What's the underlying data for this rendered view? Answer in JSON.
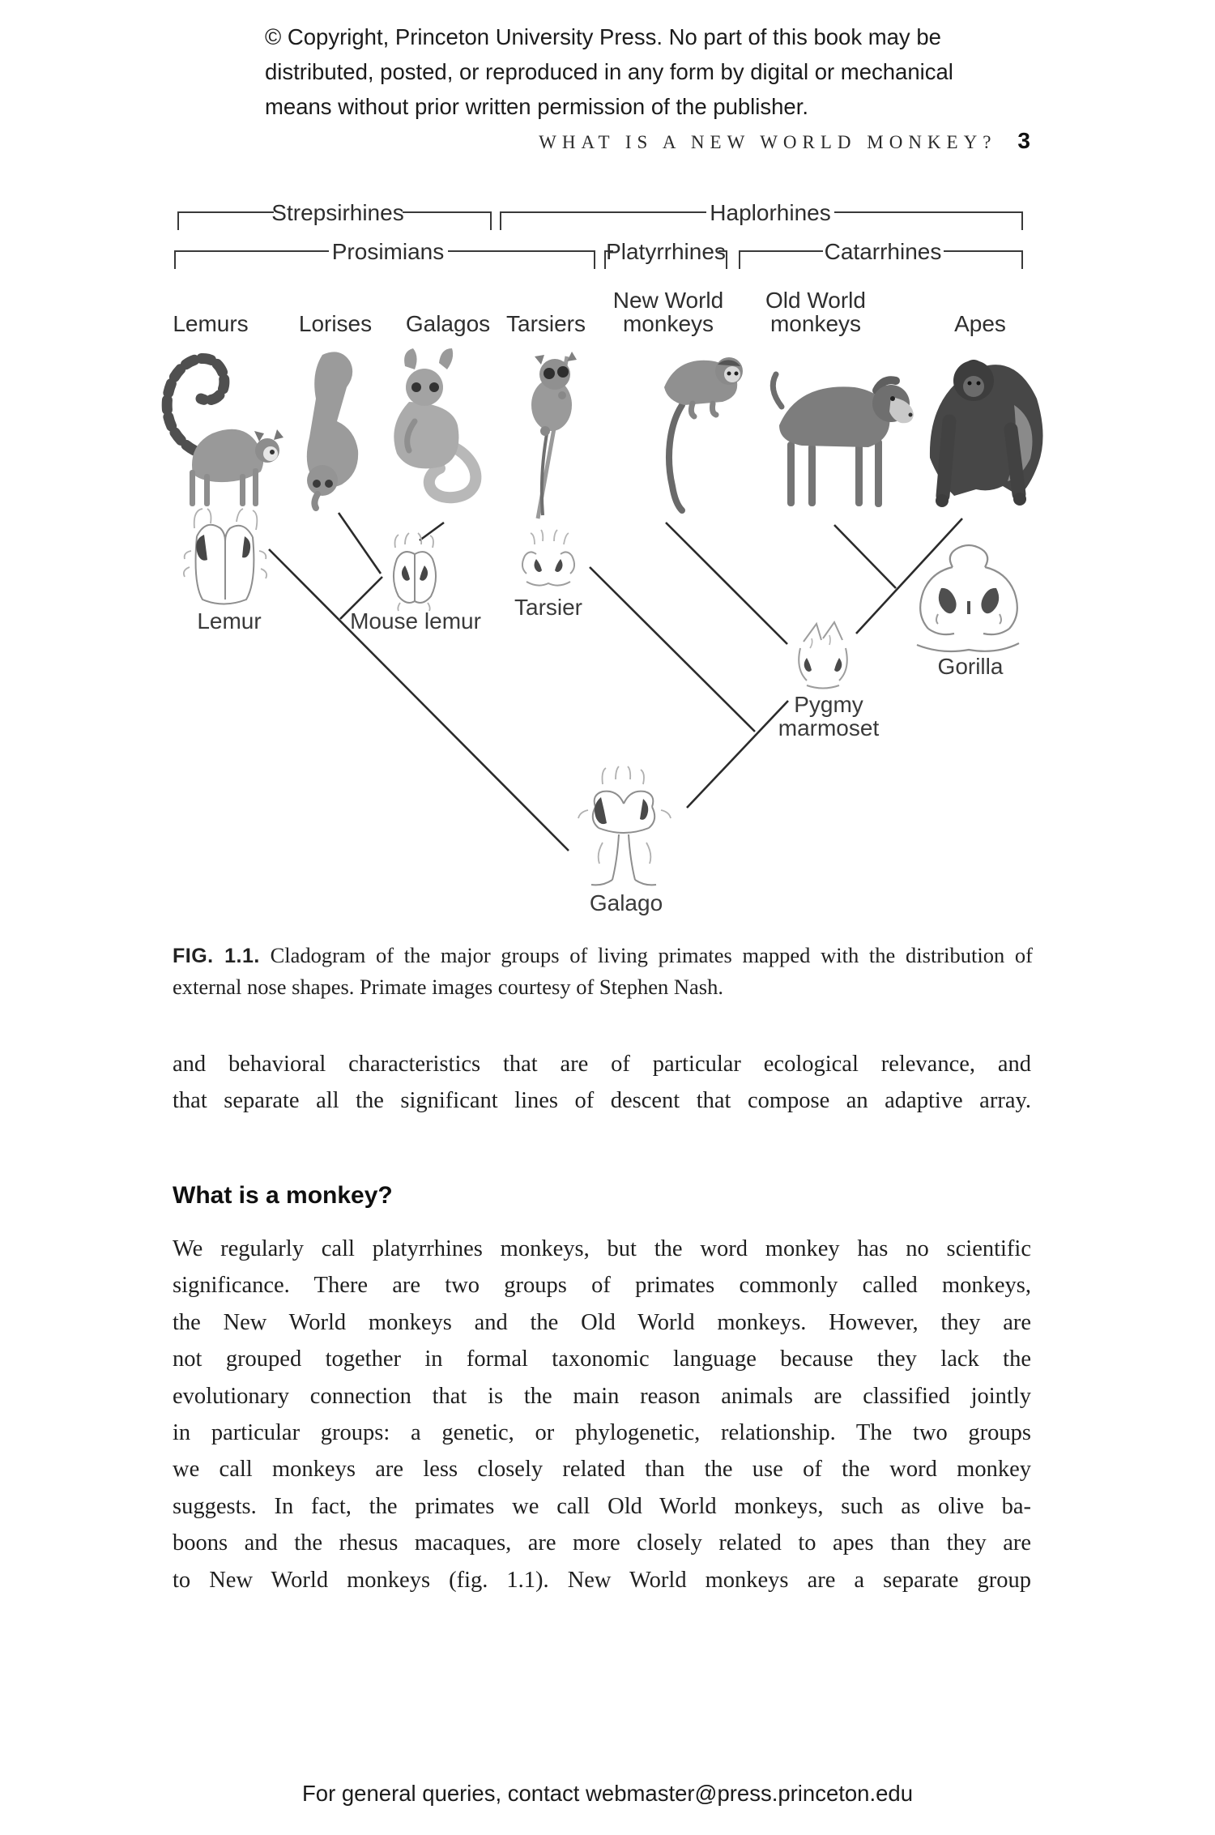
{
  "copyright": {
    "lines": [
      "© Copyright, Princeton University Press. No part of this book may be",
      "distributed, posted, or reproduced in any form by digital or mechanical",
      "means without prior written permission of the publisher."
    ]
  },
  "running_header": {
    "title": "WHAT IS A NEW WORLD MONKEY?",
    "page_number": "3"
  },
  "figure": {
    "brackets_row1": [
      {
        "label": "Strepsirhines"
      },
      {
        "label": "Haplorhines"
      }
    ],
    "brackets_row2": [
      {
        "label": "Prosimians"
      },
      {
        "label": "Platyrrhines"
      },
      {
        "label": "Catarrhines"
      }
    ],
    "taxa": [
      {
        "l1": "Lemurs",
        "l2": ""
      },
      {
        "l1": "Lorises",
        "l2": ""
      },
      {
        "l1": "Galagos",
        "l2": ""
      },
      {
        "l1": "Tarsiers",
        "l2": ""
      },
      {
        "l1": "New World",
        "l2": "monkeys"
      },
      {
        "l1": "Old World",
        "l2": "monkeys"
      },
      {
        "l1": "Apes",
        "l2": ""
      }
    ],
    "illustrations": [
      "ring-tailed-lemur",
      "loris",
      "galago",
      "tarsier",
      "new-world-monkey",
      "old-world-monkey",
      "gorilla"
    ],
    "nose_drawings": [
      "lemur-nose",
      "mouse-lemur-nose",
      "tarsier-nose",
      "pygmy-marmoset-nose",
      "gorilla-nose",
      "galago-nose"
    ],
    "nose_labels": {
      "lemur": "Lemur",
      "mouse_lemur": "Mouse lemur",
      "tarsier": "Tarsier",
      "pygmy_line1": "Pygmy",
      "pygmy_line2": "marmoset",
      "gorilla": "Gorilla",
      "galago": "Galago"
    },
    "caption_label": "FIG. 1.1.",
    "caption_text": "Cladogram of the major groups of living primates mapped with the distribution of external nose shapes. Primate images courtesy of Stephen Nash."
  },
  "body": {
    "paragraph1_lines": [
      "and behavioral characteristics that are of particular ecological relevance, and",
      "that separate all the significant lines of descent that compose an adaptive array."
    ],
    "section_heading": "What is a monkey?",
    "paragraph2_lines": [
      "We regularly call platyrrhines monkeys, but the word monkey has no scientific",
      "significance. There are two groups of primates commonly called monkeys,",
      "the New World monkeys and the Old World monkeys. However, they are",
      "not grouped together in formal taxonomic language because they lack the",
      "evolutionary connection that is the main reason animals are classified jointly",
      "in particular groups: a genetic, or phylogenetic, relationship. The two groups",
      "we call monkeys are less closely related than the use of the word monkey",
      "suggests. In fact, the primates we call Old World monkeys, such as olive ba-",
      "boons and the rhesus macaques, are more closely related to apes than they are",
      "to New World monkeys (fig. 1.1). New World monkeys are a separate group"
    ]
  },
  "footer": {
    "text": "For general queries, contact webmaster@press.princeton.edu"
  },
  "colors": {
    "text": "#1e1e1e",
    "background": "#ffffff",
    "tree_line": "#2b2b2b",
    "bracket_line": "#3a3a3a",
    "sketch_outline": "#8e8e8e",
    "nostril": "#474747"
  }
}
